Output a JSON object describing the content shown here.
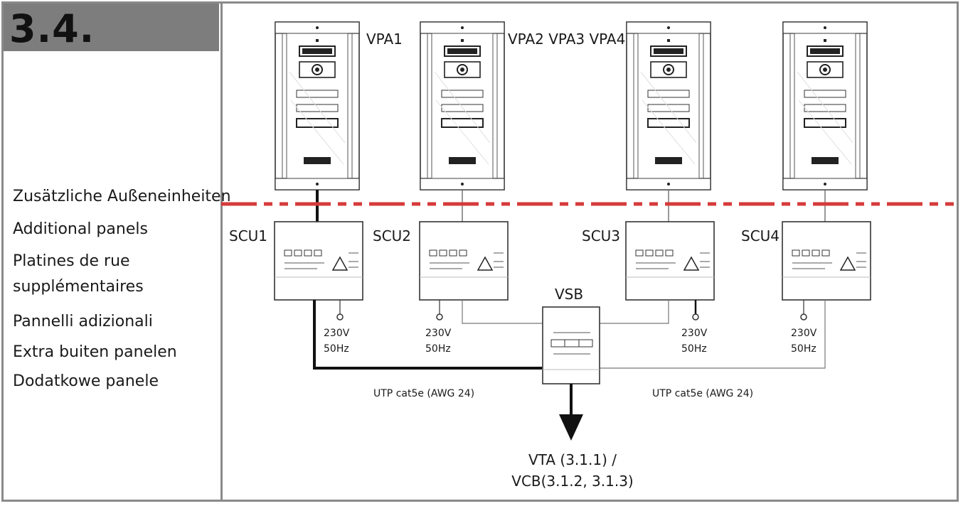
{
  "section": "3.4.",
  "languages": [
    "Zusätzliche Außeneinheiten",
    "Additional panels",
    "Platines de rue",
    "supplémentaires",
    "Pannelli adizionali",
    "Extra buiten panelen",
    "Dodatkowe panele"
  ],
  "panel_labels": {
    "vpa1": "VPA1",
    "vpa234": "VPA2 VPA3 VPA4"
  },
  "scu_labels": [
    "SCU1",
    "SCU2",
    "SCU3",
    "SCU4"
  ],
  "power": {
    "voltage": "230V",
    "frequency": "50Hz"
  },
  "vsb_label": "VSB",
  "cable_left": "UTP cat5e (AWG 24)",
  "cable_right": "UTP cat5e (AWG 24)",
  "destination": {
    "line1": "VTA (3.1.1) /",
    "line2": "VCB(3.1.2, 3.1.3)"
  },
  "colors": {
    "divider": "#d63a3a",
    "frame": "#8a8a8a",
    "header": "#7d7d7d"
  }
}
